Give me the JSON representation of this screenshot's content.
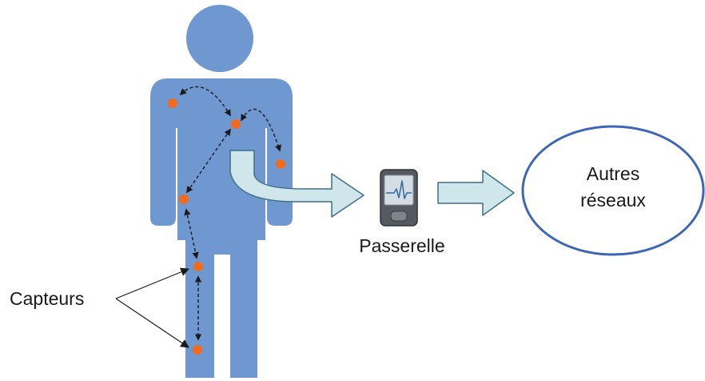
{
  "labels": {
    "sensors": "Capteurs",
    "gateway": "Passerelle",
    "networks_line1": "Autres",
    "networks_line2": "réseaux"
  },
  "icons": {
    "body": "human-body-icon",
    "gateway_device": "pda-ecg-icon"
  },
  "colors": {
    "body": "#6f97d0",
    "sensor": "#f26b1d",
    "flow_arrow_fill": "#cfe6ea",
    "flow_arrow_stroke": "#3f6f86",
    "network_ellipse": "#3d67b4",
    "dashed_link": "#1a1a1a"
  }
}
